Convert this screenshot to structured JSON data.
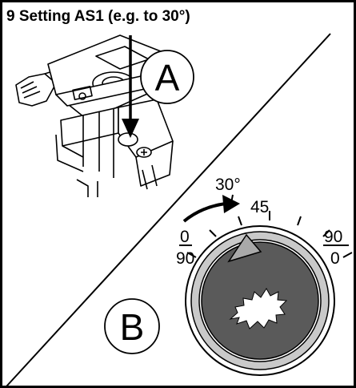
{
  "title": "9 Setting AS1 (e.g. to 30°)",
  "callouts": {
    "a": "A",
    "b": "B"
  },
  "dial": {
    "setting_label": "30°",
    "mark_45": "45",
    "left_top": "0",
    "left_bottom": "90",
    "right_top": "90",
    "right_bottom": "0"
  }
}
